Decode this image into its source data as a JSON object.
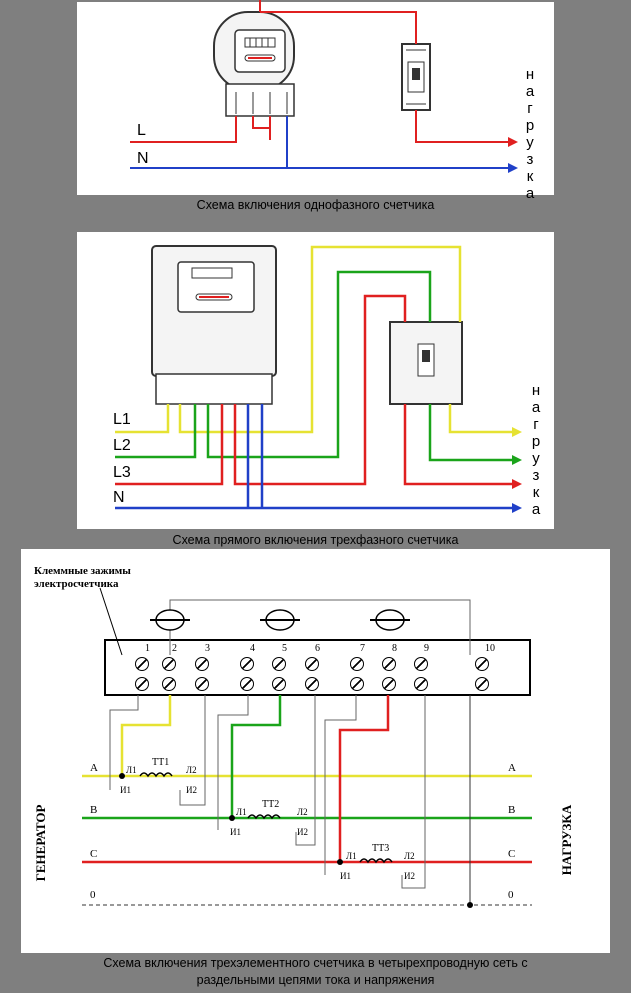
{
  "diagram1": {
    "caption": "Схема включения однофазного счетчика",
    "label_l": "L",
    "label_n": "N",
    "load_vertical": "нагрузка"
  },
  "diagram2": {
    "caption": "Схема прямого включения трехфазного счетчика",
    "label_l1": "L1",
    "label_l2": "L2",
    "label_l3": "L3",
    "label_n": "N",
    "load_vertical": "нагрузка"
  },
  "diagram3": {
    "caption_line1": "Схема включения трехэлементного счетчика в четырехпроводную сеть с",
    "caption_line2": "раздельными цепями тока и напряжения",
    "terminal_title_line1": "Клеммные зажимы",
    "terminal_title_line2": "электросчетчика",
    "terminals": [
      "1",
      "2",
      "3",
      "4",
      "5",
      "6",
      "7",
      "8",
      "9",
      "10"
    ],
    "phase_a": "A",
    "phase_b": "B",
    "phase_c": "C",
    "neutral": "0",
    "generator_vertical": "ГЕНЕРАТОР",
    "load_vertical": "НАГРУЗКА",
    "tt1": "ТТ1",
    "tt2": "ТТ2",
    "tt3": "ТТ3",
    "l1": "Л1",
    "l2": "Л2",
    "i1": "И1",
    "i2": "И2"
  },
  "colors": {
    "phase_red": "#e02020",
    "neutral_blue": "#2040c8",
    "phase_yellow": "#e6e232",
    "phase_green": "#1aa41a",
    "gray_wire": "#9a9a9a"
  }
}
